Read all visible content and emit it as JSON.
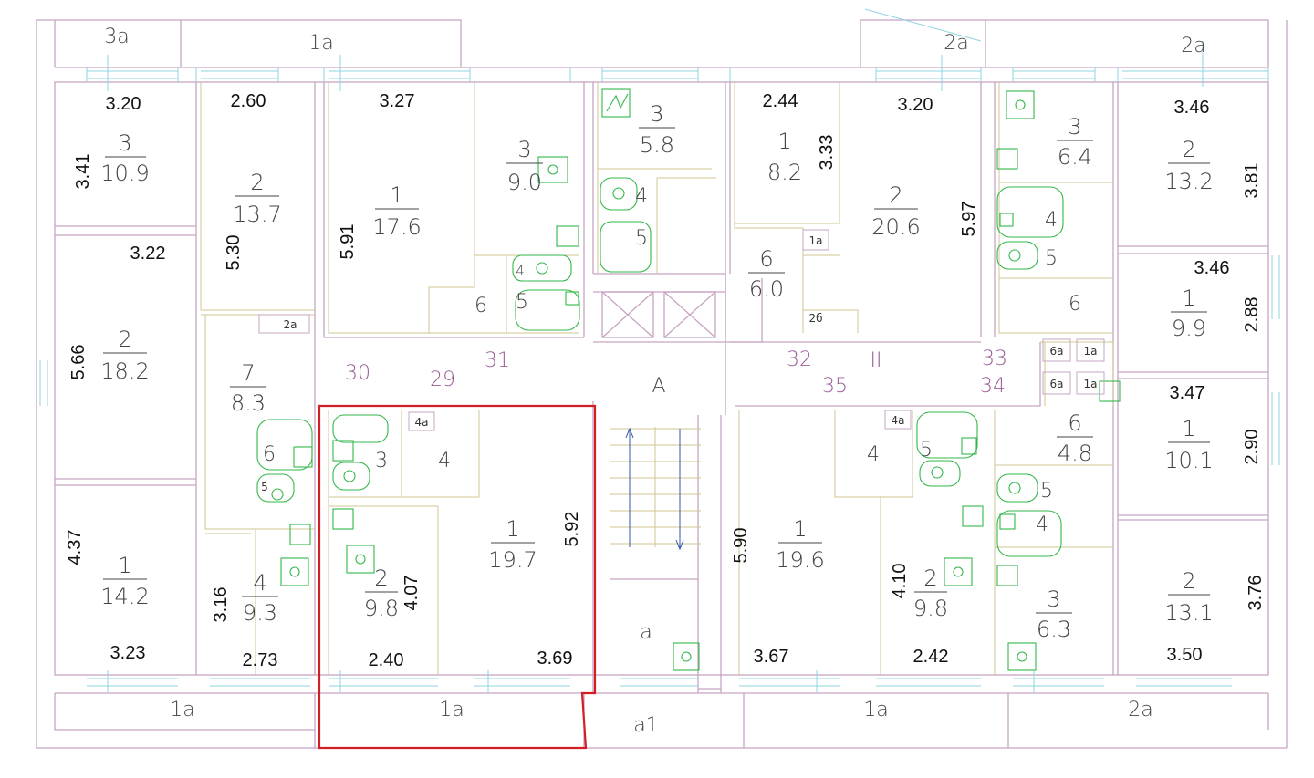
{
  "colors": {
    "walls": "#c7a4c2",
    "inner_walls": "#d2c493",
    "windows": "#8fd3e0",
    "fixtures": "#33b74b",
    "highlight": "#d21f26",
    "corridor_numbers": "#9b5d97"
  },
  "rooms": [
    {
      "num": "3",
      "area": "10.9"
    },
    {
      "num": "2",
      "area": "13.7"
    },
    {
      "num": "1",
      "area": "17.6"
    },
    {
      "num": "3",
      "area": "9.0"
    },
    {
      "num": "3",
      "area": "5.8"
    },
    {
      "num": "1",
      "area": "8.2"
    },
    {
      "num": "2",
      "area": "20.6"
    },
    {
      "num": "3",
      "area": "6.4"
    },
    {
      "num": "2",
      "area": "13.2"
    },
    {
      "num": "2",
      "area": "18.2"
    },
    {
      "num": "7",
      "area": "8.3"
    },
    {
      "num": "6",
      "area": "6.0"
    },
    {
      "num": "1",
      "area": "9.9"
    },
    {
      "num": "6",
      "area": "4.8"
    },
    {
      "num": "1",
      "area": "10.1"
    },
    {
      "num": "1",
      "area": "19.7"
    },
    {
      "num": "1",
      "area": "19.6"
    },
    {
      "num": "1",
      "area": "14.2"
    },
    {
      "num": "4",
      "area": "9.3"
    },
    {
      "num": "2",
      "area": "9.8"
    },
    {
      "num": "2",
      "area": "9.8"
    },
    {
      "num": "3",
      "area": "6.3"
    },
    {
      "num": "2",
      "area": "13.1"
    }
  ],
  "dimensions": [
    "3.20",
    "2.60",
    "3.27",
    "2.44",
    "3.20",
    "3.46",
    "3.41",
    "3.33",
    "3.81",
    "3.22",
    "5.30",
    "5.91",
    "5.97",
    "3.46",
    "2.88",
    "5.66",
    "3.47",
    "2.90",
    "5.92",
    "5.90",
    "4.37",
    "4.07",
    "4.10",
    "3.16",
    "3.76",
    "3.23",
    "2.73",
    "2.40",
    "3.69",
    "3.67",
    "2.42",
    "3.50"
  ],
  "labels": [
    "3a",
    "1a",
    "2a",
    "2a",
    "6",
    "4",
    "5",
    "5",
    "4",
    "5",
    "4",
    "5",
    "6",
    "6",
    "A",
    "4",
    "3",
    "4",
    "5",
    "6",
    "5",
    "4",
    "5",
    "a",
    "1a",
    "1a",
    "a1",
    "1a",
    "2a"
  ],
  "small_labels": [
    "2a",
    "1a",
    "2б",
    "6a",
    "1a",
    "6a",
    "1a",
    "4a",
    "4a",
    "5"
  ],
  "corridor_numbers": [
    "30",
    "29",
    "31",
    "32",
    "35",
    "II",
    "33",
    "34"
  ]
}
